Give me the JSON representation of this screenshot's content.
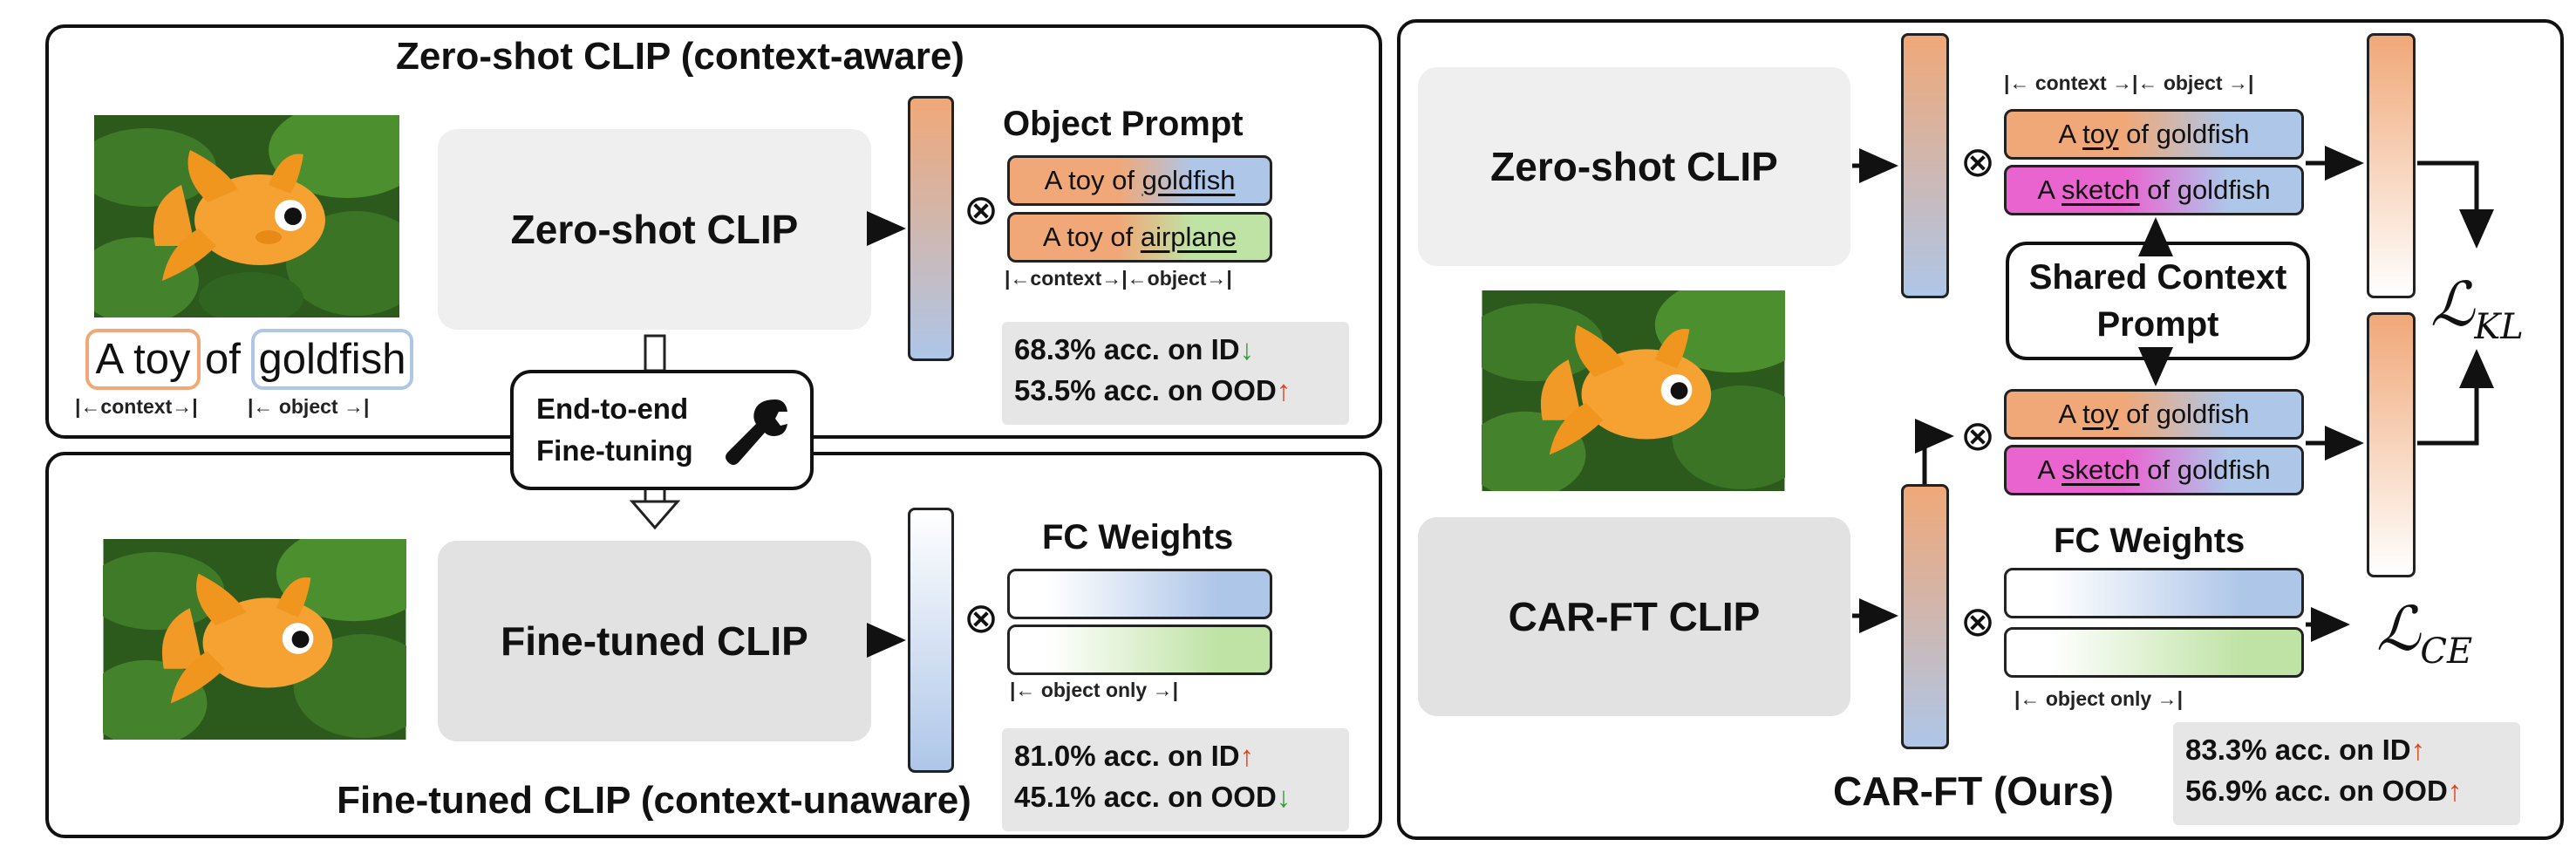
{
  "left_top": {
    "title": "Zero-shot CLIP (context-aware)",
    "caption_word1": "A toy",
    "caption_word2": "of",
    "caption_word3": "goldfish",
    "caption_dim": "|←context→|",
    "caption_dim_object": "|←   object   →|",
    "model_label": "Zero-shot CLIP",
    "prompt_heading": "Object Prompt",
    "prompt1_pre": "A toy of ",
    "prompt1_obj": "goldfish",
    "prompt2_pre": "A toy of ",
    "prompt2_obj": "airplane",
    "prompt_dim": "|←context→|←object→|",
    "acc_id": "68.3% acc. on ID",
    "acc_ood": "53.5% acc. on OOD"
  },
  "finetune_box": {
    "line1": "End-to-end",
    "line2": "Fine-tuning",
    "icon": "wrench-icon"
  },
  "left_bottom": {
    "title": "Fine-tuned CLIP (context-unaware)",
    "model_label": "Fine-tuned CLIP",
    "weights_heading": "FC Weights",
    "weights_dim": "|←     object only     →|",
    "acc_id": "81.0% acc. on ID",
    "acc_ood": "45.1% acc. on OOD"
  },
  "right": {
    "zs_label": "Zero-shot CLIP",
    "car_label": "CAR-FT CLIP",
    "ours_label": "CAR-FT (Ours)",
    "top_dim": "|← context →|← object →|",
    "p1_pre": "A ",
    "p1_ctx": "toy",
    "p1_post": " of goldfish",
    "p2_pre": "A ",
    "p2_ctx": "sketch",
    "p2_post": " of goldfish",
    "shared_line1": "Shared Context",
    "shared_line2": "Prompt",
    "weights_heading": "FC Weights",
    "weights_dim": "|←     object only     →|",
    "loss_kl": "ℒ",
    "loss_kl_sub": "KL",
    "loss_ce": "ℒ",
    "loss_ce_sub": "CE",
    "acc_id": "83.3% acc. on ID",
    "acc_ood": "56.9% acc. on OOD"
  },
  "colors": {
    "context_orange": "#f0a878",
    "object_blue": "#aec6e8",
    "object_green": "#bfe3a5",
    "sketch_pink": "#ea64d0",
    "grey_box": "#e4e4e4",
    "arrow_up": "#e0401a",
    "arrow_down": "#3a9a3a"
  }
}
